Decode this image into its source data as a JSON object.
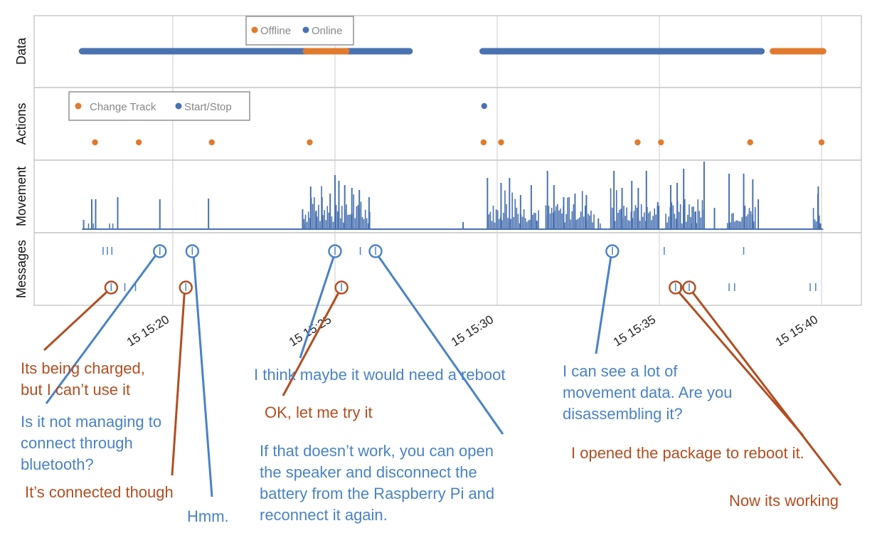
{
  "chart_data": {
    "type": "timeline",
    "x_axis": {
      "tick_labels": [
        "15 15:20",
        "15 15:25",
        "15 15:30",
        "15 15:35",
        "15 15:40"
      ],
      "tick_minutes": [
        20,
        25,
        30,
        35,
        40
      ],
      "range_minutes": [
        15.8,
        41.25
      ]
    },
    "colors": {
      "online": "#4a72b0",
      "offline": "#e07b2e",
      "ann_blue": "#4a82c6",
      "ann_red": "#b24e22"
    },
    "panels": {
      "data": {
        "ylabel": "Data",
        "legend": [
          "Offline",
          "Online"
        ],
        "online_segments": [
          [
            17.2,
            27.3
          ],
          [
            29.55,
            38.15
          ]
        ],
        "offline_segments": [
          [
            24.1,
            25.35
          ],
          [
            38.5,
            40.05
          ]
        ]
      },
      "actions": {
        "ylabel": "Actions",
        "legend": [
          "Change Track",
          "Start/Stop"
        ],
        "start_stop": [
          29.6
        ],
        "change_track": [
          17.6,
          18.95,
          21.2,
          24.22,
          29.58,
          30.12,
          34.33,
          35.05,
          37.8,
          40
        ]
      },
      "movement": {
        "ylabel": "Movement",
        "spikes": [
          [
            17.25,
            0.13
          ],
          [
            17.5,
            0.42
          ],
          [
            17.62,
            0.42
          ],
          [
            18.3,
            0.45
          ],
          [
            19.6,
            0.42
          ],
          [
            21.1,
            0.43
          ],
          [
            24.0,
            0.28
          ],
          [
            24.25,
            0.6
          ],
          [
            24.42,
            0.26
          ],
          [
            24.6,
            0.45
          ],
          [
            24.85,
            0.5
          ],
          [
            25.0,
            0.76
          ],
          [
            25.12,
            0.68
          ],
          [
            25.3,
            0.62
          ],
          [
            25.52,
            0.58
          ],
          [
            25.75,
            0.55
          ],
          [
            26.05,
            0.45
          ],
          [
            28.95,
            0.1
          ],
          [
            29.7,
            0.72
          ],
          [
            30.12,
            0.65
          ],
          [
            30.38,
            0.72
          ],
          [
            30.72,
            0.48
          ],
          [
            31.05,
            0.62
          ],
          [
            31.22,
            0.12
          ],
          [
            31.55,
            0.82
          ],
          [
            31.75,
            0.62
          ],
          [
            32.05,
            0.45
          ],
          [
            32.4,
            0.5
          ],
          [
            32.75,
            0.48
          ],
          [
            33.12,
            0.15
          ],
          [
            33.6,
            0.82
          ],
          [
            33.85,
            0.58
          ],
          [
            34.15,
            0.68
          ],
          [
            34.35,
            0.58
          ],
          [
            34.6,
            0.82
          ],
          [
            34.95,
            0.38
          ],
          [
            35.35,
            0.62
          ],
          [
            35.55,
            0.65
          ],
          [
            35.75,
            0.85
          ],
          [
            36.12,
            0.25
          ],
          [
            36.38,
            0.95
          ],
          [
            36.7,
            0.3
          ],
          [
            37.15,
            0.78
          ],
          [
            37.6,
            0.78
          ],
          [
            37.88,
            0.7
          ],
          [
            38.05,
            0.42
          ],
          [
            39.9,
            0.6
          ]
        ],
        "clusters": [
          [
            24.0,
            26.1
          ],
          [
            29.7,
            31.3
          ],
          [
            31.5,
            33.0
          ],
          [
            33.5,
            35.0
          ],
          [
            35.2,
            36.4
          ],
          [
            37.1,
            38.0
          ],
          [
            39.75,
            40.0
          ]
        ]
      },
      "messages": {
        "ylabel": "Messages",
        "blue_ticks": [
          17.85,
          17.98,
          18.12,
          25.78,
          35.15,
          37.6
        ],
        "red_ticks": [
          18.52,
          18.85,
          35.65,
          37.15,
          37.32,
          39.65,
          39.82
        ],
        "blue_circles": [
          19.6,
          20.6,
          25.0,
          26.25,
          33.55
        ],
        "red_circles": [
          18.1,
          20.4,
          25.2,
          35.5,
          35.92
        ]
      }
    }
  },
  "annotations": [
    {
      "id": "ann-1",
      "color": "red",
      "lines": [
        "Its being charged,",
        "but I can’t use it"
      ]
    },
    {
      "id": "ann-2",
      "color": "blue",
      "lines": [
        "Is it not managing to",
        "connect through",
        "bluetooth?"
      ]
    },
    {
      "id": "ann-3",
      "color": "red",
      "lines": [
        "It’s connected though"
      ]
    },
    {
      "id": "ann-4",
      "color": "blue",
      "lines": [
        "Hmm."
      ]
    },
    {
      "id": "ann-5",
      "color": "blue",
      "lines": [
        "I think maybe it would need a reboot"
      ]
    },
    {
      "id": "ann-6",
      "color": "red",
      "lines": [
        "OK, let me try it"
      ]
    },
    {
      "id": "ann-7",
      "color": "blue",
      "lines": [
        "If that doesn’t work, you can open",
        "the speaker and disconnect the",
        "battery from the Raspberry Pi and",
        "reconnect it again."
      ]
    },
    {
      "id": "ann-8",
      "color": "blue",
      "lines": [
        "I can see a lot of",
        "movement data. Are you",
        "disassembling it?"
      ]
    },
    {
      "id": "ann-9",
      "color": "red",
      "lines": [
        "I opened the package to reboot it."
      ]
    },
    {
      "id": "ann-10",
      "color": "red",
      "lines": [
        "Now its working"
      ]
    }
  ]
}
